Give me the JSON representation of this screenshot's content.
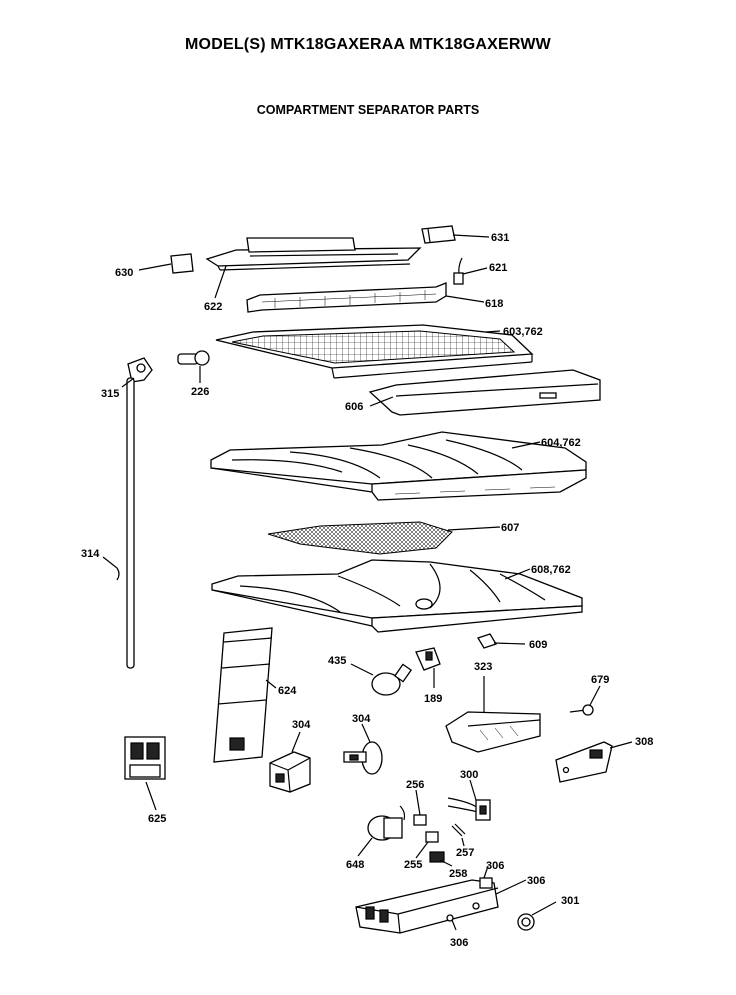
{
  "header": {
    "model_title": "MODEL(S) MTK18GAXERAA  MTK18GAXERWW",
    "section_title": "COMPARTMENT SEPARATOR PARTS"
  },
  "callouts": [
    {
      "id": "c631",
      "label": "631"
    },
    {
      "id": "c630",
      "label": "630"
    },
    {
      "id": "c621",
      "label": "621"
    },
    {
      "id": "c622",
      "label": "622"
    },
    {
      "id": "c618",
      "label": "618"
    },
    {
      "id": "c603",
      "label": "603,762"
    },
    {
      "id": "c315",
      "label": "315"
    },
    {
      "id": "c226",
      "label": "226"
    },
    {
      "id": "c606",
      "label": "606"
    },
    {
      "id": "c604",
      "label": "604,762"
    },
    {
      "id": "c607",
      "label": "607"
    },
    {
      "id": "c314",
      "label": "314"
    },
    {
      "id": "c608",
      "label": "608,762"
    },
    {
      "id": "c609",
      "label": "609"
    },
    {
      "id": "c435",
      "label": "435"
    },
    {
      "id": "c189",
      "label": "189"
    },
    {
      "id": "c624",
      "label": "624"
    },
    {
      "id": "c323",
      "label": "323"
    },
    {
      "id": "c679",
      "label": "679"
    },
    {
      "id": "c304a",
      "label": "304"
    },
    {
      "id": "c304b",
      "label": "304"
    },
    {
      "id": "c308",
      "label": "308"
    },
    {
      "id": "c625",
      "label": "625"
    },
    {
      "id": "c256",
      "label": "256"
    },
    {
      "id": "c300",
      "label": "300"
    },
    {
      "id": "c257",
      "label": "257"
    },
    {
      "id": "c648",
      "label": "648"
    },
    {
      "id": "c255",
      "label": "255"
    },
    {
      "id": "c258",
      "label": "258"
    },
    {
      "id": "c306a",
      "label": "306"
    },
    {
      "id": "c306b",
      "label": "306"
    },
    {
      "id": "c301",
      "label": "301"
    },
    {
      "id": "c306c",
      "label": "306"
    }
  ]
}
